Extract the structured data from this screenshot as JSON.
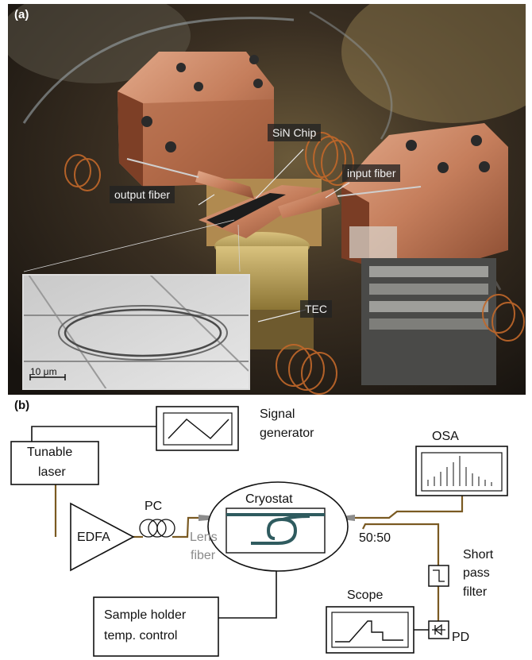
{
  "panel_a": {
    "label": "(a)",
    "tags": {
      "sin_chip": "SiN Chip",
      "input_fiber": "input fiber",
      "output_fiber": "output fiber",
      "tec": "TEC"
    },
    "inset_scale": "10 μm"
  },
  "panel_b": {
    "label": "(b)",
    "labels": {
      "signal_generator_line1": "Signal",
      "signal_generator_line2": "generator",
      "tunable_laser_line1": "Tunable",
      "tunable_laser_line2": "laser",
      "osa": "OSA",
      "edfa": "EDFA",
      "pc": "PC",
      "cryostat": "Cryostat",
      "splitter": "50:50",
      "lens_fiber_line1": "Lens",
      "lens_fiber_line2": "fiber",
      "short_pass_line1": "Short",
      "short_pass_line2": "pass",
      "short_pass_line3": "filter",
      "scope": "Scope",
      "pd": "PD",
      "sample_holder_line1": "Sample holder",
      "sample_holder_line2": "temp. control"
    }
  },
  "colors": {
    "fiber": "#7a5a22",
    "waveguide": "#2f5b5f",
    "wire": "#111111",
    "lens": "#8c8c8c"
  }
}
